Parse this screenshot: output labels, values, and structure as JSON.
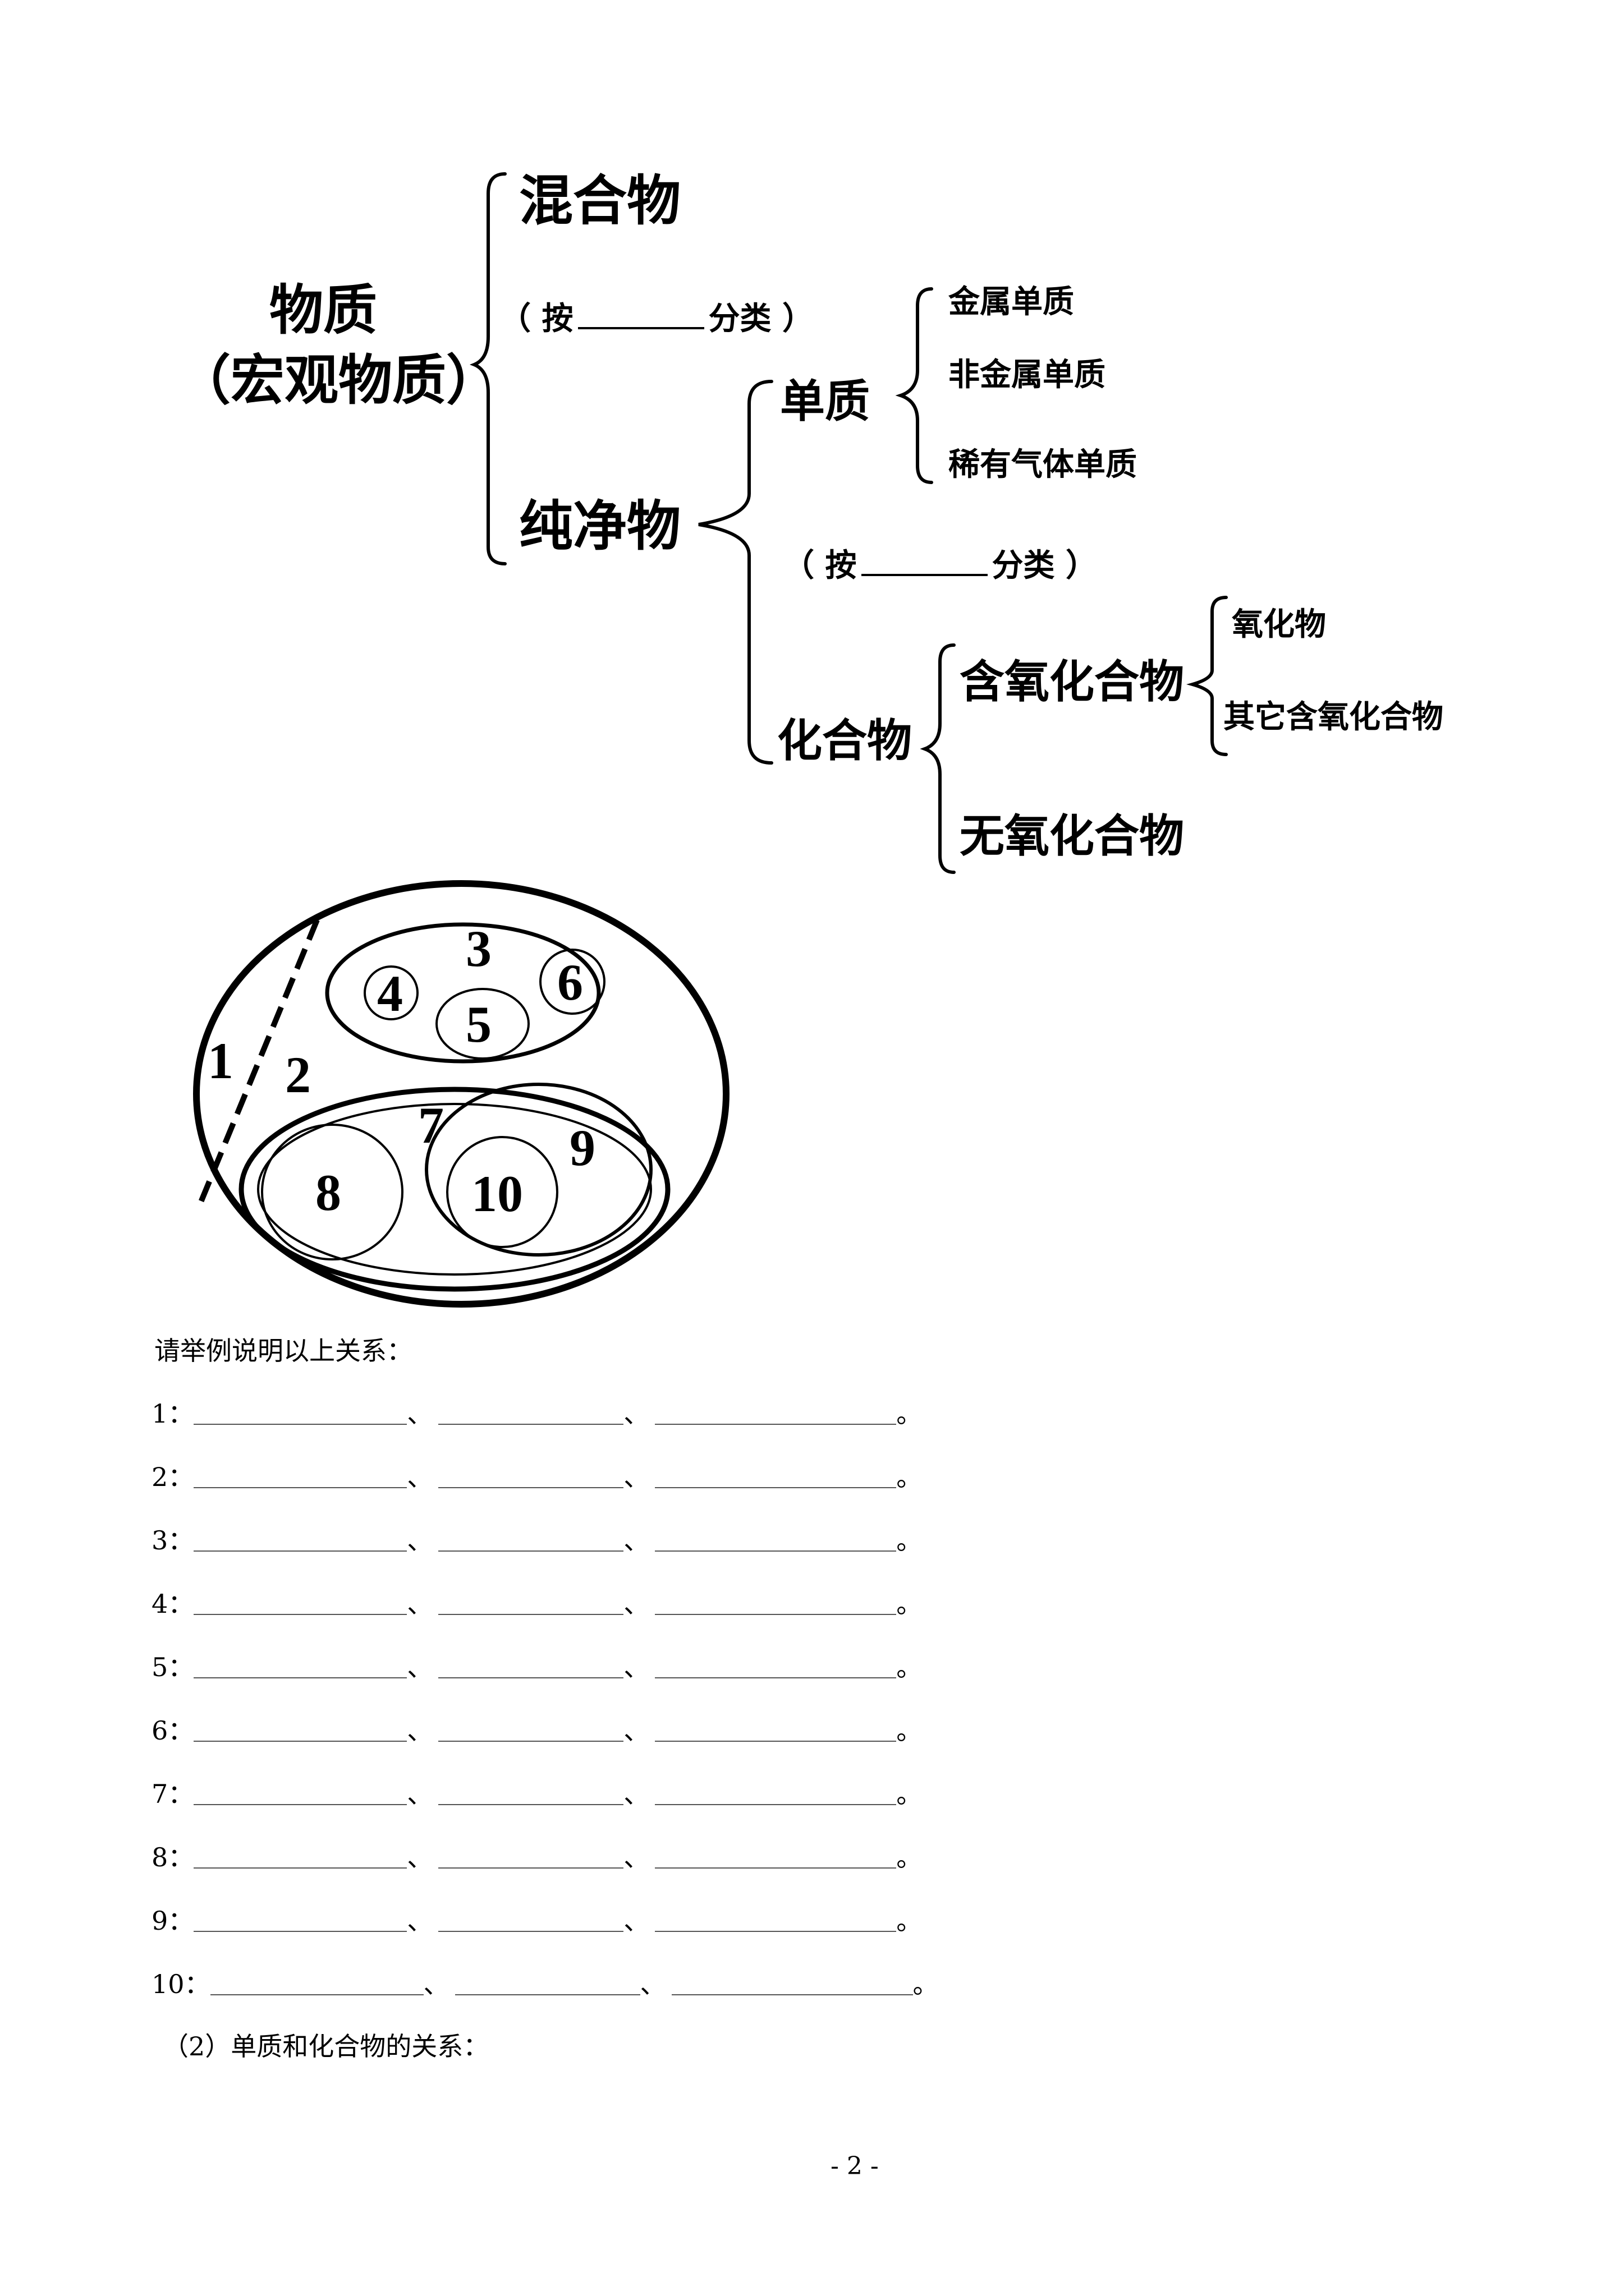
{
  "tree": {
    "root_line1": "物质",
    "root_line2": "（宏观物质）",
    "mixture": "混合物",
    "classify_1_prefix": "（ 按",
    "classify_1_suffix": "分类 ）",
    "pure": "纯净物",
    "element": "单质",
    "metal_element": "金属单质",
    "nonmetal_element": "非金属单质",
    "noble_gas_element": "稀有气体单质",
    "classify_2_prefix": "（ 按",
    "classify_2_suffix": "分类 ）",
    "compound": "化合物",
    "oxygen_compound": "含氧化合物",
    "oxide": "氧化物",
    "other_oxygen_compound": "其它含氧化合物",
    "oxygen_free_compound": "无氧化合物"
  },
  "diagram": {
    "labels": [
      "1",
      "2",
      "3",
      "4",
      "5",
      "6",
      "7",
      "8",
      "9",
      "10"
    ]
  },
  "exercise": {
    "prompt": "请举例说明以上关系：",
    "rows": [
      {
        "label": "1：",
        "sep1": "、",
        "sep2": "、",
        "end": "。"
      },
      {
        "label": "2：",
        "sep1": "、",
        "sep2": "、",
        "end": "。"
      },
      {
        "label": "3：",
        "sep1": "、",
        "sep2": "、",
        "end": "。"
      },
      {
        "label": "4：",
        "sep1": "、",
        "sep2": "、",
        "end": "。"
      },
      {
        "label": "5：",
        "sep1": "、",
        "sep2": "、",
        "end": "。"
      },
      {
        "label": "6：",
        "sep1": "、",
        "sep2": "、",
        "end": "。"
      },
      {
        "label": "7：",
        "sep1": "、",
        "sep2": "、",
        "end": "。"
      },
      {
        "label": "8：",
        "sep1": "、",
        "sep2": "、",
        "end": "。"
      },
      {
        "label": "9：",
        "sep1": "、",
        "sep2": "、",
        "end": "。"
      },
      {
        "label": "10：",
        "sep1": "、",
        "sep2": "、",
        "end": "。"
      }
    ],
    "question2": "（2）单质和化合物的关系："
  },
  "footer": {
    "page_number": "- 2 -"
  }
}
